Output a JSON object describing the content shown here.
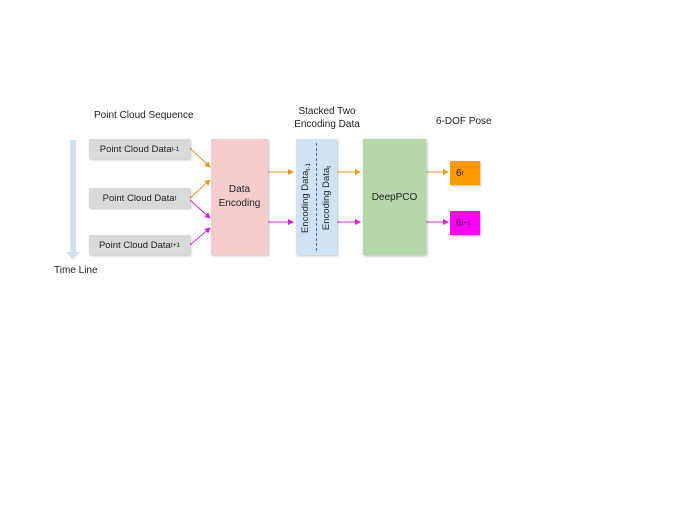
{
  "headings": {
    "point_cloud_sequence": "Point Cloud Sequence",
    "stacked_line1": "Stacked Two",
    "stacked_line2": "Encoding Data",
    "pose": "6-DOF Pose",
    "timeline": "Time Line"
  },
  "point_clouds": [
    {
      "label": "Point Cloud Data",
      "sub": "t-1"
    },
    {
      "label": "Point Cloud Data",
      "sub": "t"
    },
    {
      "label": "Point Cloud Data",
      "sub": "t+1"
    }
  ],
  "encoding": {
    "line1": "Data",
    "line2": "Encoding"
  },
  "stacked": [
    {
      "label": "Encoding Data",
      "sub": "t-1"
    },
    {
      "label": "Encoding Data",
      "sub": "t"
    }
  ],
  "network": {
    "label": "DeepPCO"
  },
  "poses": [
    {
      "label": "6",
      "sub": "t",
      "color": "#ff9900"
    },
    {
      "label": "6",
      "sub": "t+1",
      "color": "#ff00ff"
    }
  ],
  "colors": {
    "arrow_top": "#e69b1f",
    "arrow_bottom": "#e020e0",
    "timeline": "#cfe2f3",
    "divider": "#5a6a9a"
  }
}
